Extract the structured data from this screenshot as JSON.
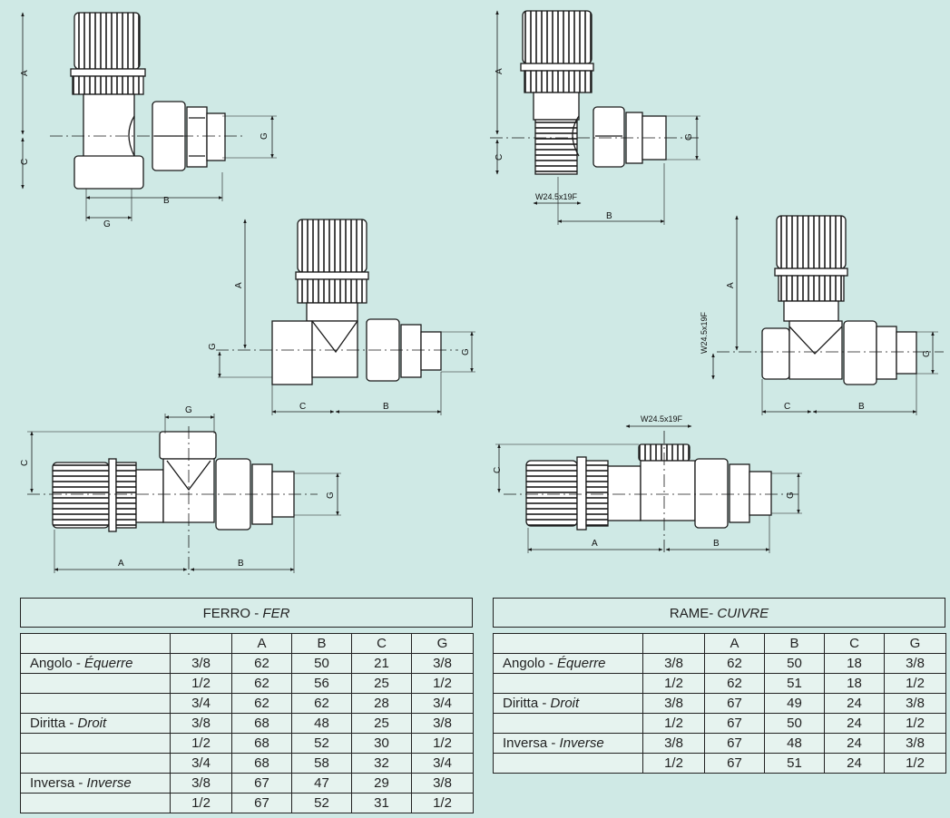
{
  "drawings": {
    "labels": {
      "A": "A",
      "B": "B",
      "C": "C",
      "G": "G",
      "thread": "W24.5x19F"
    },
    "colors": {
      "line": "#1a1a1a",
      "body": "#ffffff"
    }
  },
  "tables": {
    "ferro": {
      "title_prefix": "FERRO - ",
      "title_italic": "FER",
      "headers": [
        "",
        "",
        "A",
        "B",
        "C",
        "G"
      ],
      "rows": [
        {
          "name": "Angolo - ",
          "name_italic": "Équerre",
          "size": "3/8",
          "A": "62",
          "B": "50",
          "C": "21",
          "G": "3/8"
        },
        {
          "name": "",
          "name_italic": "",
          "size": "1/2",
          "A": "62",
          "B": "56",
          "C": "25",
          "G": "1/2"
        },
        {
          "name": "",
          "name_italic": "",
          "size": "3/4",
          "A": "62",
          "B": "62",
          "C": "28",
          "G": "3/4"
        },
        {
          "name": "Diritta - ",
          "name_italic": "Droit",
          "size": "3/8",
          "A": "68",
          "B": "48",
          "C": "25",
          "G": "3/8"
        },
        {
          "name": "",
          "name_italic": "",
          "size": "1/2",
          "A": "68",
          "B": "52",
          "C": "30",
          "G": "1/2"
        },
        {
          "name": "",
          "name_italic": "",
          "size": "3/4",
          "A": "68",
          "B": "58",
          "C": "32",
          "G": "3/4"
        },
        {
          "name": "Inversa - ",
          "name_italic": "Inverse",
          "size": "3/8",
          "A": "67",
          "B": "47",
          "C": "29",
          "G": "3/8"
        },
        {
          "name": "",
          "name_italic": "",
          "size": "1/2",
          "A": "67",
          "B": "52",
          "C": "31",
          "G": "1/2"
        }
      ]
    },
    "rame": {
      "title_prefix": "RAME- ",
      "title_italic": "CUIVRE",
      "headers": [
        "",
        "",
        "A",
        "B",
        "C",
        "G"
      ],
      "rows": [
        {
          "name": "Angolo - ",
          "name_italic": "Équerre",
          "size": "3/8",
          "A": "62",
          "B": "50",
          "C": "18",
          "G": "3/8"
        },
        {
          "name": "",
          "name_italic": "",
          "size": "1/2",
          "A": "62",
          "B": "51",
          "C": "18",
          "G": "1/2"
        },
        {
          "name": "Diritta - ",
          "name_italic": "Droit",
          "size": "3/8",
          "A": "67",
          "B": "49",
          "C": "24",
          "G": "3/8"
        },
        {
          "name": "",
          "name_italic": "",
          "size": "1/2",
          "A": "67",
          "B": "50",
          "C": "24",
          "G": "1/2"
        },
        {
          "name": "Inversa - ",
          "name_italic": "Inverse",
          "size": "3/8",
          "A": "67",
          "B": "48",
          "C": "24",
          "G": "3/8"
        },
        {
          "name": "",
          "name_italic": "",
          "size": "1/2",
          "A": "67",
          "B": "51",
          "C": "24",
          "G": "1/2"
        }
      ]
    }
  }
}
